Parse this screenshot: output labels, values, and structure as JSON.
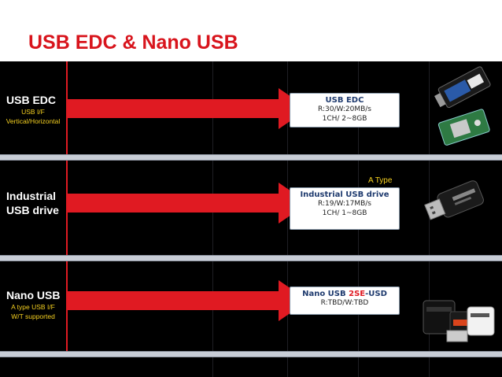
{
  "title": "USB EDC & Nano USB",
  "rows": [
    {
      "label": "USB EDC",
      "sub1": "USB I/F",
      "sub2": "Vertical/Horizontal",
      "box_title": "USB EDC",
      "box_lines": [
        "R:30/W:20MB/s",
        "1CH/ 2~8GB"
      ]
    },
    {
      "label1": "Industrial",
      "label2": "USB drive",
      "note": "A Type",
      "box_title": "Industrial USB drive",
      "box_lines": [
        "R:19/W:17MB/s",
        "1CH/ 1~8GB"
      ]
    },
    {
      "label": "Nano USB",
      "sub1": "A type USB I/F",
      "sub2": "W/T supported",
      "box_title_a": "Nano USB ",
      "box_title_b": "2SE",
      "box_title_c": "-USD",
      "box_lines": [
        "R:TBD/W:TBD"
      ]
    }
  ],
  "colors": {
    "accent": "#d8141c",
    "highlight": "#f5d020",
    "background": "#000000"
  }
}
